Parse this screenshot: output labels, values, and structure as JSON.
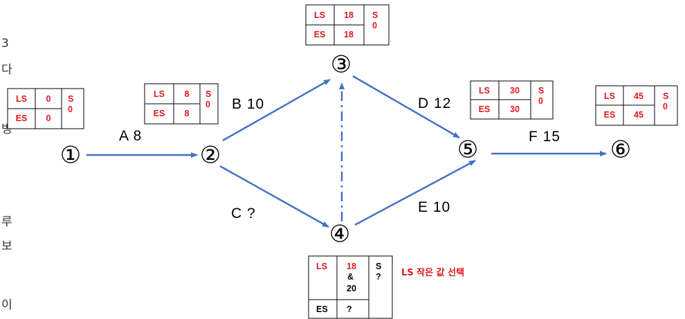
{
  "colors": {
    "arrow": "#4472c4",
    "value": "#e0191b",
    "line": "#000000"
  },
  "side_fragments": [
    "3",
    "다",
    "병",
    "루",
    "보",
    "이"
  ],
  "nodes": [
    {
      "id": "n1",
      "label": "①"
    },
    {
      "id": "n2",
      "label": "②"
    },
    {
      "id": "n3",
      "label": "③"
    },
    {
      "id": "n4",
      "label": "④"
    },
    {
      "id": "n5",
      "label": "⑤"
    },
    {
      "id": "n6",
      "label": "⑥"
    }
  ],
  "edges": [
    {
      "id": "a",
      "label": "A 8"
    },
    {
      "id": "b",
      "label": "B 10"
    },
    {
      "id": "c",
      "label": "C ?"
    },
    {
      "id": "d",
      "label": "D 12"
    },
    {
      "id": "e",
      "label": "E 10"
    },
    {
      "id": "f",
      "label": "F 15"
    }
  ],
  "boxes": [
    {
      "node": "n1",
      "ls_label": "LS",
      "ls": "0",
      "es_label": "ES",
      "es": "0",
      "s_label": "S",
      "s": "0"
    },
    {
      "node": "n2",
      "ls_label": "LS",
      "ls": "8",
      "es_label": "ES",
      "es": "8",
      "s_label": "S",
      "s": "0"
    },
    {
      "node": "n3",
      "ls_label": "LS",
      "ls": "18",
      "es_label": "ES",
      "es": "18",
      "s_label": "S",
      "s": "0"
    },
    {
      "node": "n5",
      "ls_label": "LS",
      "ls": "30",
      "es_label": "ES",
      "es": "30",
      "s_label": "S",
      "s": "0"
    },
    {
      "node": "n6",
      "ls_label": "LS",
      "ls": "45",
      "es_label": "ES",
      "es": "45",
      "s_label": "S",
      "s": "0"
    }
  ],
  "box4": {
    "ls_label": "LS",
    "ls_lines": [
      "18",
      "&",
      "20"
    ],
    "es_label": "ES",
    "es": "?",
    "s_label": "S",
    "s": "?"
  },
  "note": "LS 작은 값 선택"
}
